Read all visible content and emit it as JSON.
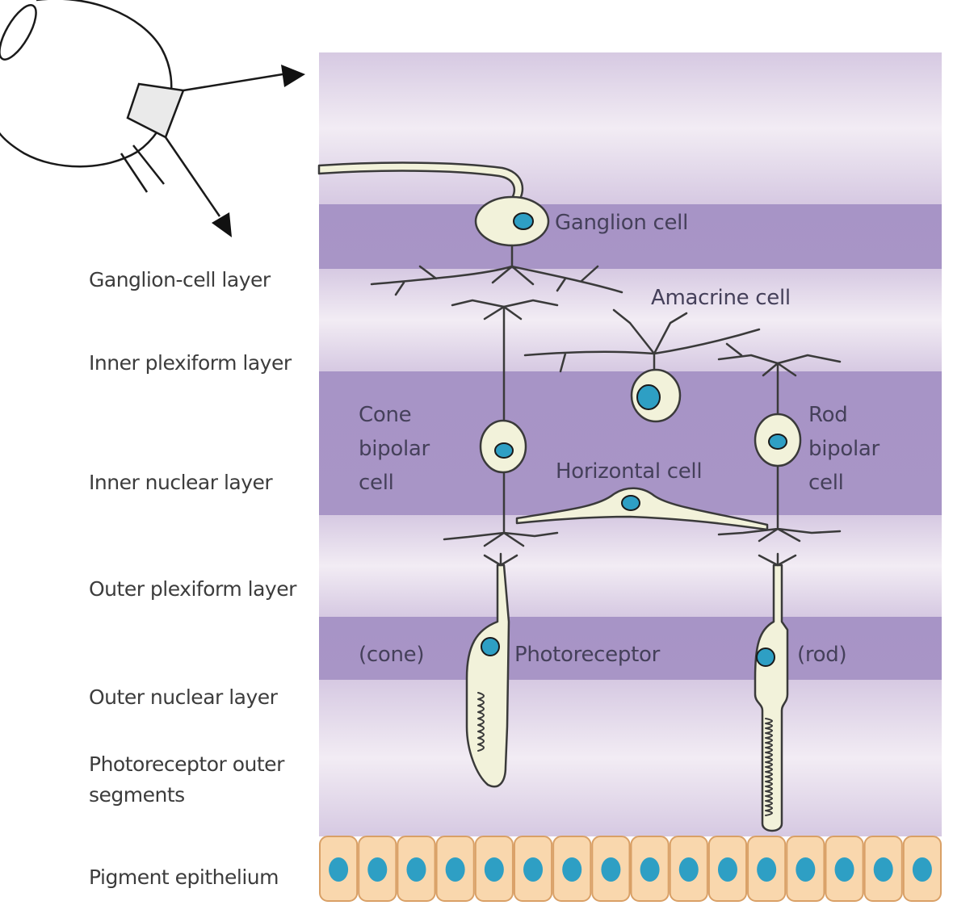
{
  "layer_labels": [
    "Ganglion-cell layer",
    "Inner plexiform layer",
    "Inner nuclear layer",
    "Outer plexiform layer",
    "Outer nuclear layer",
    "Photoreceptor outer segments",
    "Pigment epithelium"
  ],
  "cell_labels": {
    "ganglion": "Ganglion cell",
    "amacrine": "Amacrine cell",
    "cone_bipolar": [
      "Cone",
      "bipolar",
      "cell"
    ],
    "rod_bipolar": [
      "Rod",
      "bipolar",
      "cell"
    ],
    "horizontal": "Horizontal cell",
    "cone": "(cone)",
    "photoreceptor": "Photoreceptor",
    "rod": "(rod)"
  },
  "colors": {
    "band_light": "#e6dcec",
    "band_dark": "#a895c6",
    "cell_fill": "#f2f2da",
    "cell_outline": "#3a3a3a",
    "nucleus": "#2e9fc4",
    "epithelium": "#f9d7ad",
    "epithelium_border": "#d9a066"
  },
  "pigment_cell_count": 16
}
